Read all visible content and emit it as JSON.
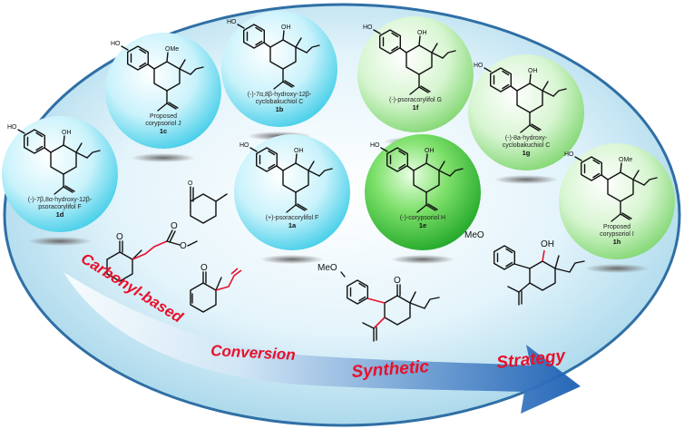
{
  "compounds": [
    {
      "key": "1c",
      "name": "Proposed\ncorypsoriol J",
      "id": "1c",
      "tone": "cyan",
      "sub": "OMe"
    },
    {
      "key": "1b",
      "name": "(-)-7α,8β-hydroxy-12β-\ncyclobakuchiol C",
      "id": "1b",
      "tone": "cyan",
      "sub": ""
    },
    {
      "key": "1f",
      "name": "(-)-psoracorylifol G",
      "id": "1f",
      "tone": "green",
      "sub": ""
    },
    {
      "key": "1g",
      "name": "(-)-8a-hydroxy-\ncyclobakuchiol C",
      "id": "1g",
      "tone": "green",
      "sub": ""
    },
    {
      "key": "1d",
      "name": "(-)-7β,8α-hydroxy-12β-\npsoracorylifol F",
      "id": "1d",
      "tone": "cyan",
      "sub": ""
    },
    {
      "key": "1a",
      "name": "(+)-psoracorylifol F",
      "id": "1a",
      "tone": "cyan",
      "sub": ""
    },
    {
      "key": "1e",
      "name": "(-)-corypsoriol H",
      "id": "1e",
      "tone": "darkgreen",
      "sub": ""
    },
    {
      "key": "1h",
      "name": "Proposed\ncorypsoriol I",
      "id": "1h",
      "tone": "green",
      "sub": "OMe"
    }
  ],
  "atoms": {
    "OH": "OH",
    "HO": "HO",
    "O": "O",
    "OMe": "OMe",
    "MeO": "MeO"
  },
  "strategy_words": [
    "Carbonyl-based",
    "Conversion",
    "Synthetic",
    "Strategy"
  ],
  "colors": {
    "accent_red": "#e8102a",
    "arrow_blue": "#1a5fb4",
    "cyan": "#4fd6ef",
    "green": "#8fe08a",
    "darkgreen": "#2fb63a"
  }
}
